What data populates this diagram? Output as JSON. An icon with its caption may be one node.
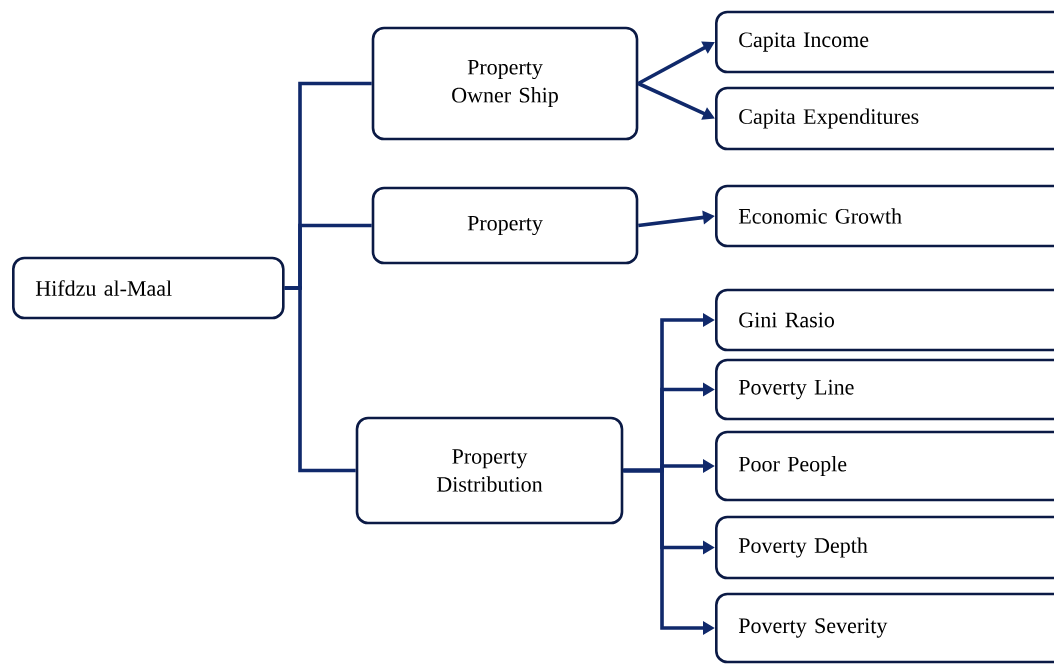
{
  "diagram": {
    "nodes": [
      {
        "text": [
          "Hifdzu al-Maal"
        ]
      },
      {
        "text": [
          "Property Owner Ship"
        ]
      },
      {
        "text": [
          "Property"
        ]
      },
      {
        "text": [
          "Property Distribution"
        ]
      },
      {
        "text": [
          "Capita Income"
        ]
      },
      {
        "text": [
          "Capita Expenditures"
        ]
      },
      {
        "text": [
          "Economic Growth"
        ]
      },
      {
        "text": [
          "Gini Rasio"
        ]
      },
      {
        "text": [
          "Poverty Line"
        ]
      },
      {
        "text": [
          "Poor People"
        ]
      },
      {
        "text": [
          "Poverty Depth"
        ]
      },
      {
        "text": [
          "Poverty Severity"
        ]
      }
    ],
    "edges": [
      {
        "from": 0,
        "to": 1,
        "arrow": "none"
      },
      {
        "from": 0,
        "to": 2,
        "arrow": "none"
      },
      {
        "from": 0,
        "to": 3,
        "arrow": "none"
      },
      {
        "from": 1,
        "to": 4,
        "arrow": "to"
      },
      {
        "from": 1,
        "to": 5,
        "arrow": "to"
      },
      {
        "from": 2,
        "to": 6,
        "arrow": "to"
      },
      {
        "from": 3,
        "to": 7,
        "arrow": "to"
      },
      {
        "from": 3,
        "to": 8,
        "arrow": "to"
      },
      {
        "from": 3,
        "to": 9,
        "arrow": "to"
      },
      {
        "from": 3,
        "to": 10,
        "arrow": "to"
      },
      {
        "from": 3,
        "to": 11,
        "arrow": "to"
      }
    ]
  }
}
